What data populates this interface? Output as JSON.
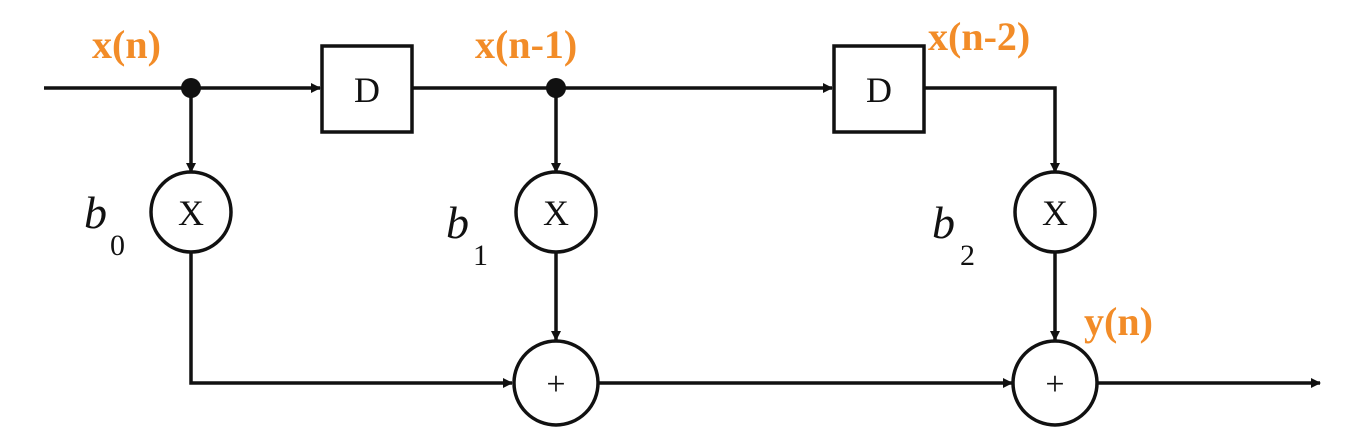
{
  "colors": {
    "signal_label": "#f28c28",
    "line": "#111111",
    "background": "#ffffff"
  },
  "signals": {
    "input": "x(n)",
    "delay1_out": "x(n-1)",
    "delay2_out": "x(n-2)",
    "output": "y(n)"
  },
  "delays": [
    {
      "label": "D"
    },
    {
      "label": "D"
    }
  ],
  "multipliers": [
    {
      "symbol": "X",
      "coef": "b",
      "sub": "0"
    },
    {
      "symbol": "X",
      "coef": "b",
      "sub": "1"
    },
    {
      "symbol": "X",
      "coef": "b",
      "sub": "2"
    }
  ],
  "adders": [
    {
      "symbol": "+"
    },
    {
      "symbol": "+"
    }
  ]
}
